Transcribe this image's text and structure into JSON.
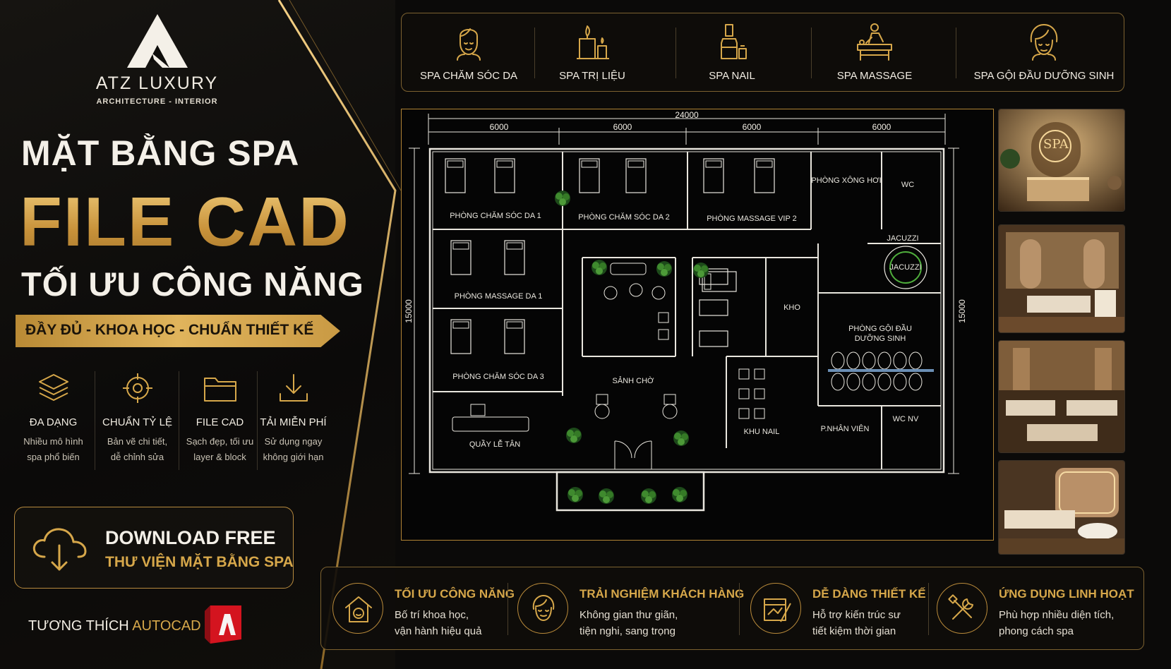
{
  "brand": {
    "name": "ATZ LUXURY",
    "subtitle": "ARCHITECTURE - INTERIOR"
  },
  "hero": {
    "line1": "MẶT BẰNG SPA",
    "line2": "FILE CAD",
    "line3": "TỐI ƯU CÔNG NĂNG",
    "tagline": "ĐẦY ĐỦ - KHOA HỌC - CHUẨN THIẾT KẾ"
  },
  "features": [
    {
      "icon": "layers-icon",
      "title": "ĐA DẠNG",
      "desc1": "Nhiều mô hình",
      "desc2": "spa phổ biến"
    },
    {
      "icon": "target-icon",
      "title": "CHUẨN TỶ LỆ",
      "desc1": "Bản vẽ chi tiết,",
      "desc2": "dễ chỉnh sửa"
    },
    {
      "icon": "folder-icon",
      "title": "FILE CAD",
      "desc1": "Sạch đẹp, tối ưu",
      "desc2": "layer & block"
    },
    {
      "icon": "download-icon",
      "title": "TẢI MIỄN PHÍ",
      "desc1": "Sử dụng ngay",
      "desc2": "không giới hạn"
    }
  ],
  "download": {
    "icon": "cloud-download-icon",
    "title": "DOWNLOAD FREE",
    "subtitle": "THƯ VIỆN MẶT BẰNG SPA"
  },
  "compat": {
    "prefix": "TƯƠNG THÍCH",
    "app": "AUTOCAD"
  },
  "categories": [
    {
      "icon": "face-care-icon",
      "label": "SPA CHĂM SÓC DA"
    },
    {
      "icon": "candle-icon",
      "label": "SPA TRỊ LIỆU"
    },
    {
      "icon": "nail-polish-icon",
      "label": "SPA NAIL"
    },
    {
      "icon": "massage-icon",
      "label": "SPA MASSAGE"
    },
    {
      "icon": "hair-wash-icon",
      "label": "SPA GỘI ĐẦU DƯỠNG SINH"
    }
  ],
  "plan": {
    "dim_total": "24000",
    "dim_segments": [
      "6000",
      "6000",
      "6000",
      "6000"
    ],
    "dim_height_left": "15000",
    "dim_height_right": "15000",
    "rooms": {
      "cham_soc_da_1": "PHÒNG CHĂM SÓC DA 1",
      "cham_soc_da_2": "PHÒNG CHĂM SÓC DA 2",
      "massage_vip_2": "PHÒNG MASSAGE VIP 2",
      "xong_hoi": "PHÒNG XÔNG HƠI",
      "wc": "WC",
      "jacuzzi": "JACUZZI",
      "jacuzzi_inner": "JACUZZI",
      "massage_da_1": "PHÒNG MASSAGE DA 1",
      "cham_soc_da_3": "PHÒNG CHĂM SÓC DA 3",
      "kho": "KHO",
      "goi_dau_1": "PHÒNG GỘI ĐẦU",
      "goi_dau_2": "DƯỠNG SINH",
      "sanh_cho": "SẢNH CHỜ",
      "quay_le_tan": "QUẦY LỄ TÂN",
      "khu_nail": "KHU NAIL",
      "wc_nv": "WC NV",
      "p_nhan_vien": "P.NHÂN VIÊN"
    }
  },
  "photos": {
    "sign_text": "SPA"
  },
  "benefits": [
    {
      "icon": "house-smile-icon",
      "title": "TỐI ƯU CÔNG NĂNG",
      "desc1": "Bố trí khoa học,",
      "desc2": "vận hành hiệu quả"
    },
    {
      "icon": "relaxed-face-icon",
      "title": "TRẢI NGHIỆM KHÁCH HÀNG",
      "desc1": "Không gian thư giãn,",
      "desc2": "tiện nghi, sang trọng"
    },
    {
      "icon": "blueprint-pencil-icon",
      "title": "DỄ DÀNG THIẾT KẾ",
      "desc1": "Hỗ trợ kiến trúc sư",
      "desc2": "tiết kiệm thời gian"
    },
    {
      "icon": "tools-icon",
      "title": "ỨNG DỤNG LINH HOẠT",
      "desc1": "Phù hợp nhiều diện tích,",
      "desc2": "phong cách spa"
    }
  ],
  "colors": {
    "gold": "#d6a74a",
    "background": "#0b0a09",
    "text_light": "#f1ece2",
    "autocad_red": "#c8141e"
  }
}
